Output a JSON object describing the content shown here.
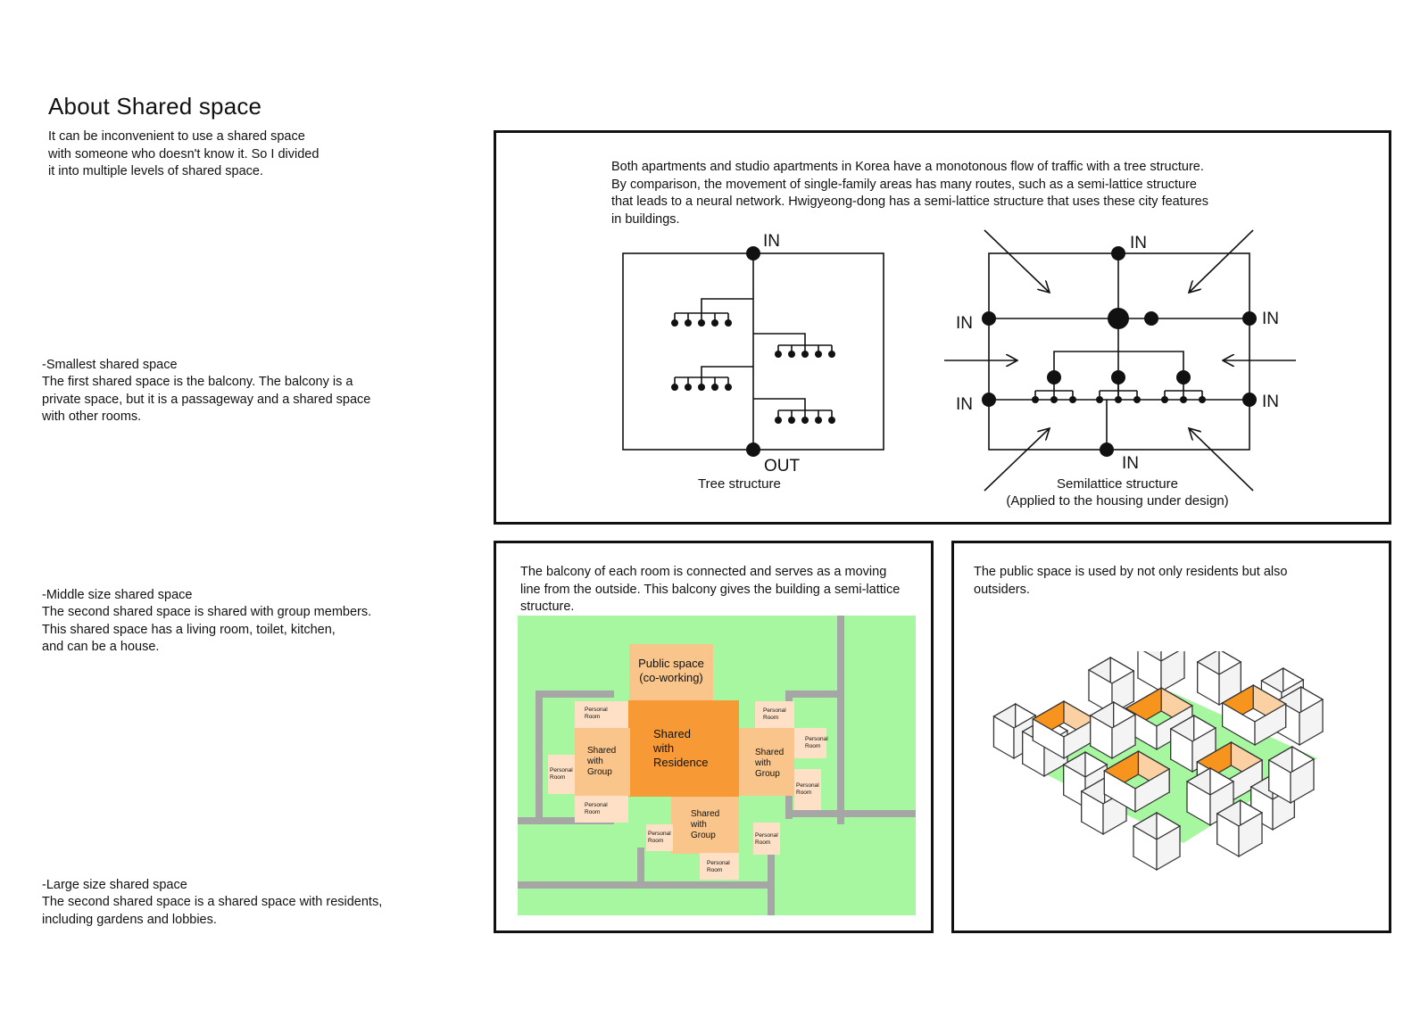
{
  "left": {
    "title": "About Shared space",
    "intro": " It can be inconvenient to use a shared space\nwith someone who doesn't know it. So I divided\nit into multiple levels of shared space.",
    "small_heading": "-Smallest shared space",
    "small_text": "The first shared space is the balcony. The balcony is a\nprivate space, but it is a passageway and a shared space\nwith other rooms.",
    "middle_heading": "-Middle size shared space",
    "middle_text": "The second shared space is shared with group members.\nThis shared space has a living room, toilet, kitchen,\nand can be a house.",
    "large_heading": "-Large size shared space",
    "large_text": "The second shared space is a shared space with residents,\nincluding gardens and lobbies."
  },
  "top_panel": {
    "text": "Both apartments and studio apartments in Korea have a monotonous flow of traffic with a tree structure.\nBy comparison, the movement of single-family areas has many routes, such as a semi-lattice structure\nthat leads to a neural network. Hwigyeong-dong has a semi-lattice structure that uses these city features\nin buildings.",
    "tree": {
      "in_label": "IN",
      "out_label": "OUT",
      "caption": "Tree structure"
    },
    "semi": {
      "in_label": "IN",
      "caption": "Semilattice structure",
      "caption2": "(Applied to the housing under design)"
    }
  },
  "plan_panel": {
    "text": "The balcony of each room is connected and serves as a moving\nline from the outside. This balcony gives the building a semi-lattice\nstructure.",
    "public_space": "Public space",
    "public_space_sub": "(co-working)",
    "residence": [
      "Shared",
      "with",
      "Residence"
    ],
    "group": [
      "Shared",
      "with",
      "Group"
    ],
    "personal": [
      "Personal",
      "Room"
    ],
    "colors": {
      "grass": "#a6f7a0",
      "path": "#a6a6a6",
      "residence": "#f79a36",
      "group": "#f9c58b",
      "personal": "#fde0c6"
    }
  },
  "iso_panel": {
    "text": "The public space is used by not only residents but also\noutsiders.",
    "colors": {
      "orange": "#f7941d",
      "light_orange": "#fbd0a2",
      "grass": "#a6f7a0"
    }
  }
}
